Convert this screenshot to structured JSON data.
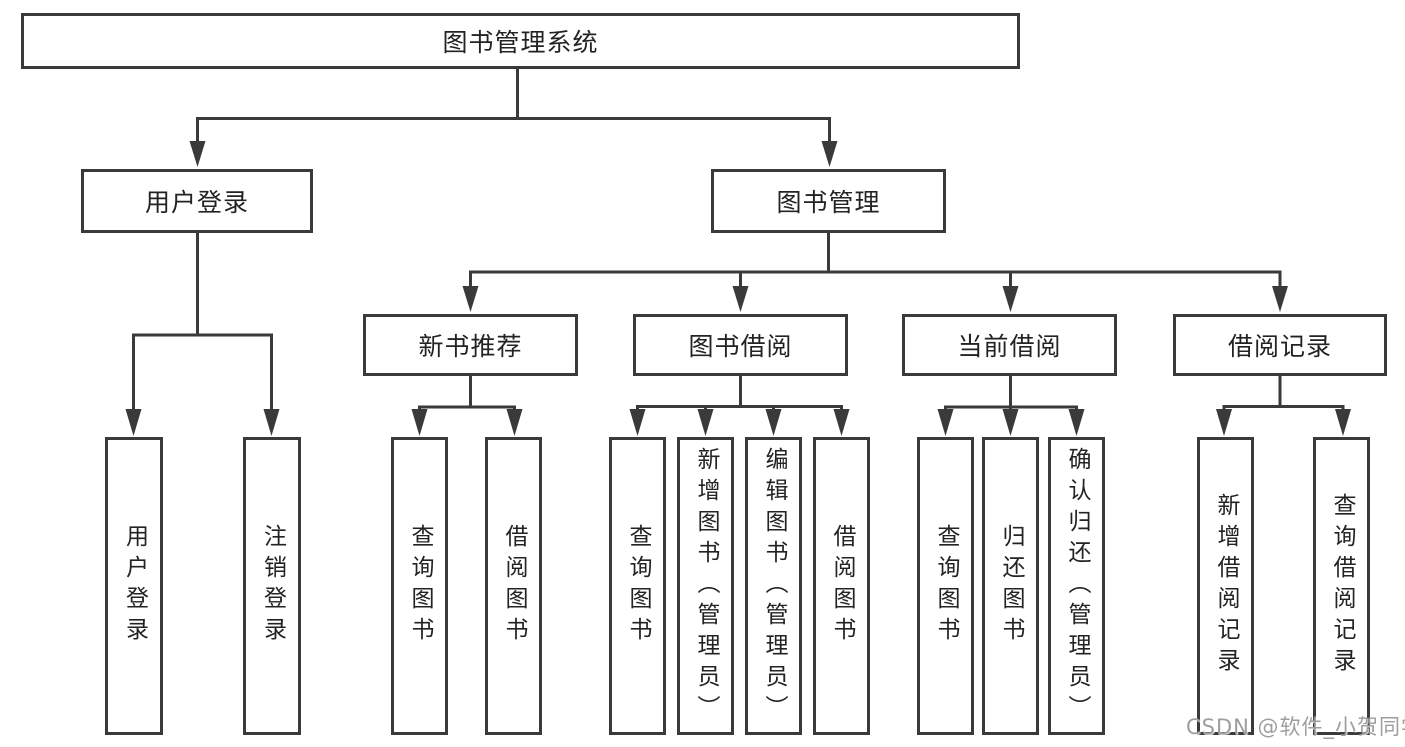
{
  "diagram": {
    "type": "hierarchy-tree",
    "root": {
      "label": "图书管理系统"
    },
    "branches": [
      {
        "label": "用户登录",
        "children": [
          {
            "label": "用户登录"
          },
          {
            "label": "注销登录"
          }
        ]
      },
      {
        "label": "图书管理",
        "children": [
          {
            "label": "新书推荐",
            "children": [
              {
                "label": "查询图书"
              },
              {
                "label": "借阅图书"
              }
            ]
          },
          {
            "label": "图书借阅",
            "children": [
              {
                "label": "查询图书"
              },
              {
                "label": "新增图书（管理员）"
              },
              {
                "label": "编辑图书（管理员）"
              },
              {
                "label": "借阅图书"
              }
            ]
          },
          {
            "label": "当前借阅",
            "children": [
              {
                "label": "查询图书"
              },
              {
                "label": "归还图书"
              },
              {
                "label": "确认归还（管理员）"
              }
            ]
          },
          {
            "label": "借阅记录",
            "children": [
              {
                "label": "新增借阅记录"
              },
              {
                "label": "查询借阅记录"
              }
            ]
          }
        ]
      }
    ]
  },
  "watermark": {
    "text": "CSDN @软件_小贺同学"
  },
  "colors": {
    "line": "#3a3a3a",
    "box_border": "#3a3a3a",
    "text": "#232323",
    "watermark": "#9e9e9e",
    "background": "#ffffff"
  }
}
